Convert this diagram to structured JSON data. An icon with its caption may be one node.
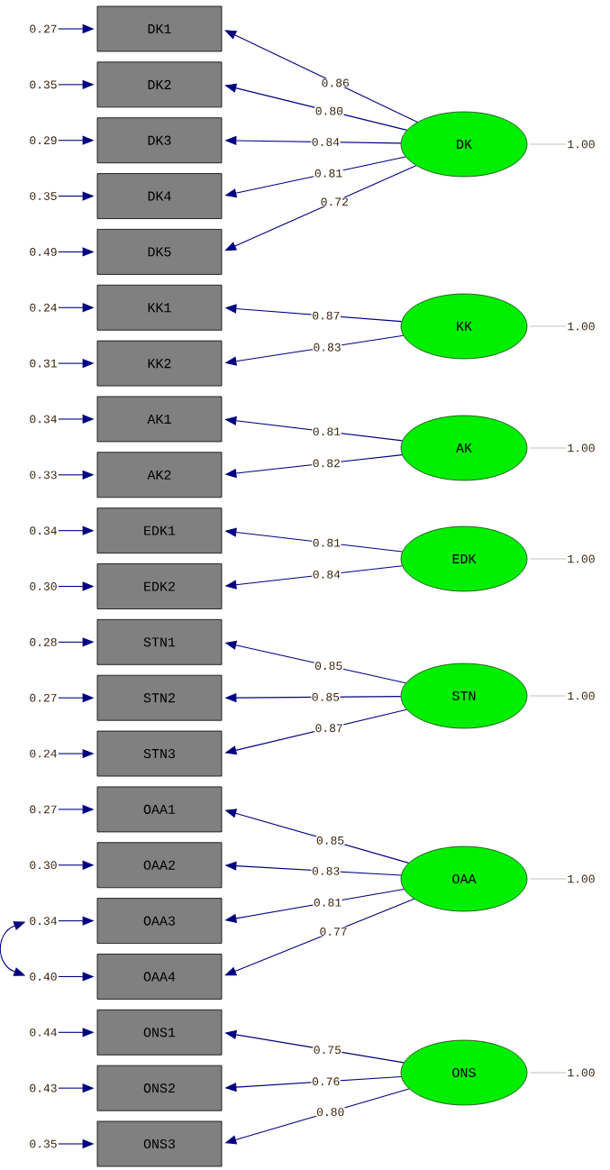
{
  "diagram": {
    "nodes": [
      {
        "text": [
          "DK1"
        ]
      },
      {
        "text": [
          "DK2"
        ]
      },
      {
        "text": [
          "DK3"
        ]
      },
      {
        "text": [
          "DK4"
        ]
      },
      {
        "text": [
          "DK5"
        ]
      },
      {
        "text": [
          "KK1"
        ]
      },
      {
        "text": [
          "KK2"
        ]
      },
      {
        "text": [
          "AK1"
        ]
      },
      {
        "text": [
          "AK2"
        ]
      },
      {
        "text": [
          "EDK1"
        ]
      },
      {
        "text": [
          "EDK2"
        ]
      },
      {
        "text": [
          "STN1"
        ]
      },
      {
        "text": [
          "STN2"
        ]
      },
      {
        "text": [
          "STN3"
        ]
      },
      {
        "text": [
          "OAA1"
        ]
      },
      {
        "text": [
          "OAA2"
        ]
      },
      {
        "text": [
          "OAA3"
        ]
      },
      {
        "text": [
          "OAA4"
        ]
      },
      {
        "text": [
          "ONS1"
        ]
      },
      {
        "text": [
          "ONS2"
        ]
      },
      {
        "text": [
          "ONS3"
        ]
      },
      {
        "text": [
          "DK"
        ]
      },
      {
        "text": [
          "KK"
        ]
      },
      {
        "text": [
          "AK"
        ]
      },
      {
        "text": [
          "EDK"
        ]
      },
      {
        "text": [
          "STN"
        ]
      },
      {
        "text": [
          "OAA"
        ]
      },
      {
        "text": [
          "ONS"
        ]
      },
      {
        "text": [
          "0.27"
        ]
      },
      {
        "text": [
          "0.35"
        ]
      },
      {
        "text": [
          "0.29"
        ]
      },
      {
        "text": [
          "0.35"
        ]
      },
      {
        "text": [
          "0.49"
        ]
      },
      {
        "text": [
          "0.24"
        ]
      },
      {
        "text": [
          "0.31"
        ]
      },
      {
        "text": [
          "0.34"
        ]
      },
      {
        "text": [
          "0.33"
        ]
      },
      {
        "text": [
          "0.34"
        ]
      },
      {
        "text": [
          "0.30"
        ]
      },
      {
        "text": [
          "0.28"
        ]
      },
      {
        "text": [
          "0.27"
        ]
      },
      {
        "text": [
          "0.24"
        ]
      },
      {
        "text": [
          "0.27"
        ]
      },
      {
        "text": [
          "0.30"
        ]
      },
      {
        "text": [
          "0.34"
        ]
      },
      {
        "text": [
          "0.40"
        ]
      },
      {
        "text": [
          "0.44"
        ]
      },
      {
        "text": [
          "0.43"
        ]
      },
      {
        "text": [
          "0.35"
        ]
      },
      {
        "text": [
          "1.00"
        ]
      },
      {
        "text": [
          "1.00"
        ]
      },
      {
        "text": [
          "1.00"
        ]
      },
      {
        "text": [
          "1.00"
        ]
      },
      {
        "text": [
          "1.00"
        ]
      },
      {
        "text": [
          "1.00"
        ]
      },
      {
        "text": [
          "1.00"
        ]
      }
    ],
    "edges": [
      {
        "from": 21,
        "to": 0,
        "arrow": "to",
        "label": "0.86"
      },
      {
        "from": 21,
        "to": 1,
        "arrow": "to",
        "label": "0.80"
      },
      {
        "from": 21,
        "to": 2,
        "arrow": "to",
        "label": "0.84"
      },
      {
        "from": 21,
        "to": 3,
        "arrow": "to",
        "label": "0.81"
      },
      {
        "from": 21,
        "to": 4,
        "arrow": "to",
        "label": "0.72"
      },
      {
        "from": 22,
        "to": 5,
        "arrow": "to",
        "label": "0.87"
      },
      {
        "from": 22,
        "to": 6,
        "arrow": "to",
        "label": "0.83"
      },
      {
        "from": 23,
        "to": 7,
        "arrow": "to",
        "label": "0.81"
      },
      {
        "from": 23,
        "to": 8,
        "arrow": "to",
        "label": "0.82"
      },
      {
        "from": 24,
        "to": 9,
        "arrow": "to",
        "label": "0.81"
      },
      {
        "from": 24,
        "to": 10,
        "arrow": "to",
        "label": "0.84"
      },
      {
        "from": 25,
        "to": 11,
        "arrow": "to",
        "label": "0.85"
      },
      {
        "from": 25,
        "to": 12,
        "arrow": "to",
        "label": "0.85"
      },
      {
        "from": 25,
        "to": 13,
        "arrow": "to",
        "label": "0.87"
      },
      {
        "from": 26,
        "to": 14,
        "arrow": "to",
        "label": "0.85"
      },
      {
        "from": 26,
        "to": 15,
        "arrow": "to",
        "label": "0.83"
      },
      {
        "from": 26,
        "to": 16,
        "arrow": "to",
        "label": "0.81"
      },
      {
        "from": 26,
        "to": 17,
        "arrow": "to",
        "label": "0.77"
      },
      {
        "from": 27,
        "to": 18,
        "arrow": "to",
        "label": "0.75"
      },
      {
        "from": 27,
        "to": 19,
        "arrow": "to",
        "label": "0.76"
      },
      {
        "from": 27,
        "to": 20,
        "arrow": "to",
        "label": "0.80"
      },
      {
        "from": 28,
        "to": 0,
        "arrow": "to"
      },
      {
        "from": 29,
        "to": 1,
        "arrow": "to"
      },
      {
        "from": 30,
        "to": 2,
        "arrow": "to"
      },
      {
        "from": 31,
        "to": 3,
        "arrow": "to"
      },
      {
        "from": 32,
        "to": 4,
        "arrow": "to"
      },
      {
        "from": 33,
        "to": 5,
        "arrow": "to"
      },
      {
        "from": 34,
        "to": 6,
        "arrow": "to"
      },
      {
        "from": 35,
        "to": 7,
        "arrow": "to"
      },
      {
        "from": 36,
        "to": 8,
        "arrow": "to"
      },
      {
        "from": 37,
        "to": 9,
        "arrow": "to"
      },
      {
        "from": 38,
        "to": 10,
        "arrow": "to"
      },
      {
        "from": 39,
        "to": 11,
        "arrow": "to"
      },
      {
        "from": 40,
        "to": 12,
        "arrow": "to"
      },
      {
        "from": 41,
        "to": 13,
        "arrow": "to"
      },
      {
        "from": 42,
        "to": 14,
        "arrow": "to"
      },
      {
        "from": 43,
        "to": 15,
        "arrow": "to"
      },
      {
        "from": 44,
        "to": 16,
        "arrow": "to"
      },
      {
        "from": 45,
        "to": 17,
        "arrow": "to"
      },
      {
        "from": 46,
        "to": 18,
        "arrow": "to"
      },
      {
        "from": 47,
        "to": 19,
        "arrow": "to"
      },
      {
        "from": 48,
        "to": 20,
        "arrow": "to"
      },
      {
        "from": 49,
        "to": 21,
        "arrow": "none",
        "color": "#c0c0c0"
      },
      {
        "from": 50,
        "to": 22,
        "arrow": "none",
        "color": "#c0c0c0"
      },
      {
        "from": 51,
        "to": 23,
        "arrow": "none",
        "color": "#c0c0c0"
      },
      {
        "from": 52,
        "to": 24,
        "arrow": "none",
        "color": "#c0c0c0"
      },
      {
        "from": 53,
        "to": 25,
        "arrow": "none",
        "color": "#c0c0c0"
      },
      {
        "from": 54,
        "to": 26,
        "arrow": "none",
        "color": "#c0c0c0"
      },
      {
        "from": 55,
        "to": 27,
        "arrow": "none",
        "color": "#c0c0c0"
      },
      {
        "from": 44,
        "to": 45,
        "arrow": "both"
      }
    ]
  }
}
